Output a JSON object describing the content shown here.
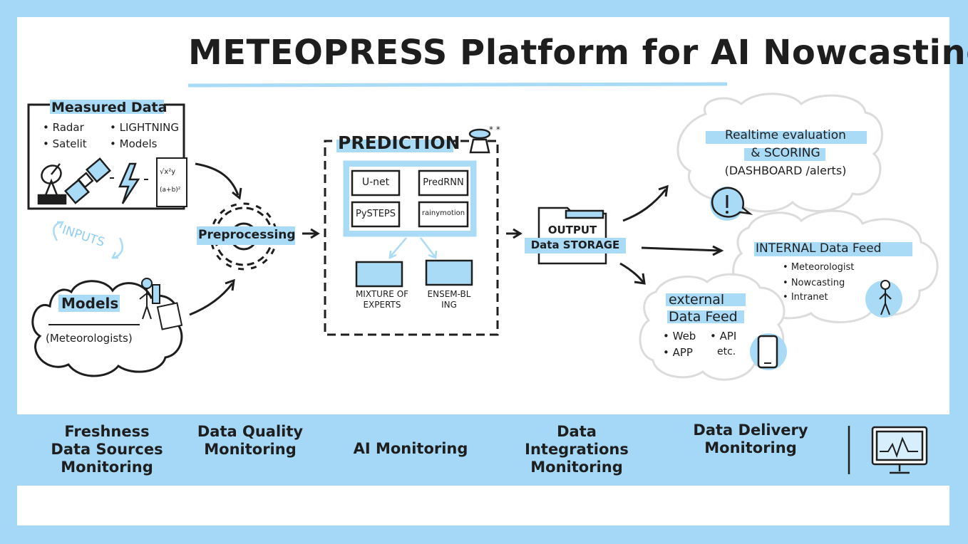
{
  "title": "METEOPRESS Platform for AI Nowcasting",
  "measured": {
    "heading": "Measured Data",
    "items": [
      "Radar",
      "LIGHTNING",
      "Satelit",
      "Models"
    ],
    "formula_top": "√x²y",
    "formula_bottom": "(a+b)²"
  },
  "inputs_label": "INPUTS",
  "models": {
    "heading": "Models",
    "sub": "(Meteorologists)"
  },
  "preprocessing_label": "Preprocessing",
  "prediction": {
    "heading": "PREDICTION",
    "models": [
      "U-net",
      "PredRNN",
      "PySTEPS",
      "rainymotion"
    ],
    "mixture_label": "MIXTURE OF EXPERTS",
    "ensembling_label": "ENSEM-BLING"
  },
  "storage": {
    "line1": "OUTPUT",
    "line2": "Data STORAGE"
  },
  "realtime": {
    "line1": "Realtime evaluation",
    "line2": "& SCORING",
    "line3": "(DASHBOARD /alerts)"
  },
  "internal": {
    "heading": "INTERNAL Data Feed",
    "items": [
      "Meteorologist",
      "Nowcasting",
      "Intranet"
    ]
  },
  "external": {
    "heading1": "external",
    "heading2": "Data Feed",
    "items": [
      "Web",
      "API",
      "APP",
      "etc."
    ]
  },
  "monitoring": [
    "Freshness Data Sources Monitoring",
    "Data Quality Monitoring",
    "AI Monitoring",
    "Data Integrations Monitoring",
    "Data Delivery Monitoring"
  ],
  "colors": {
    "background": "#a5d8f7",
    "accent": "#a9dbf7",
    "ink": "#1e1e1e",
    "cloud_outline": "#dcdcdc"
  },
  "icons": [
    "radar-dish-icon",
    "satellite-icon",
    "lightning-icon",
    "gear-icon",
    "folder-icon",
    "alert-bubble-icon",
    "person-icon",
    "phone-icon",
    "monitor-icon",
    "lamp-icon"
  ]
}
